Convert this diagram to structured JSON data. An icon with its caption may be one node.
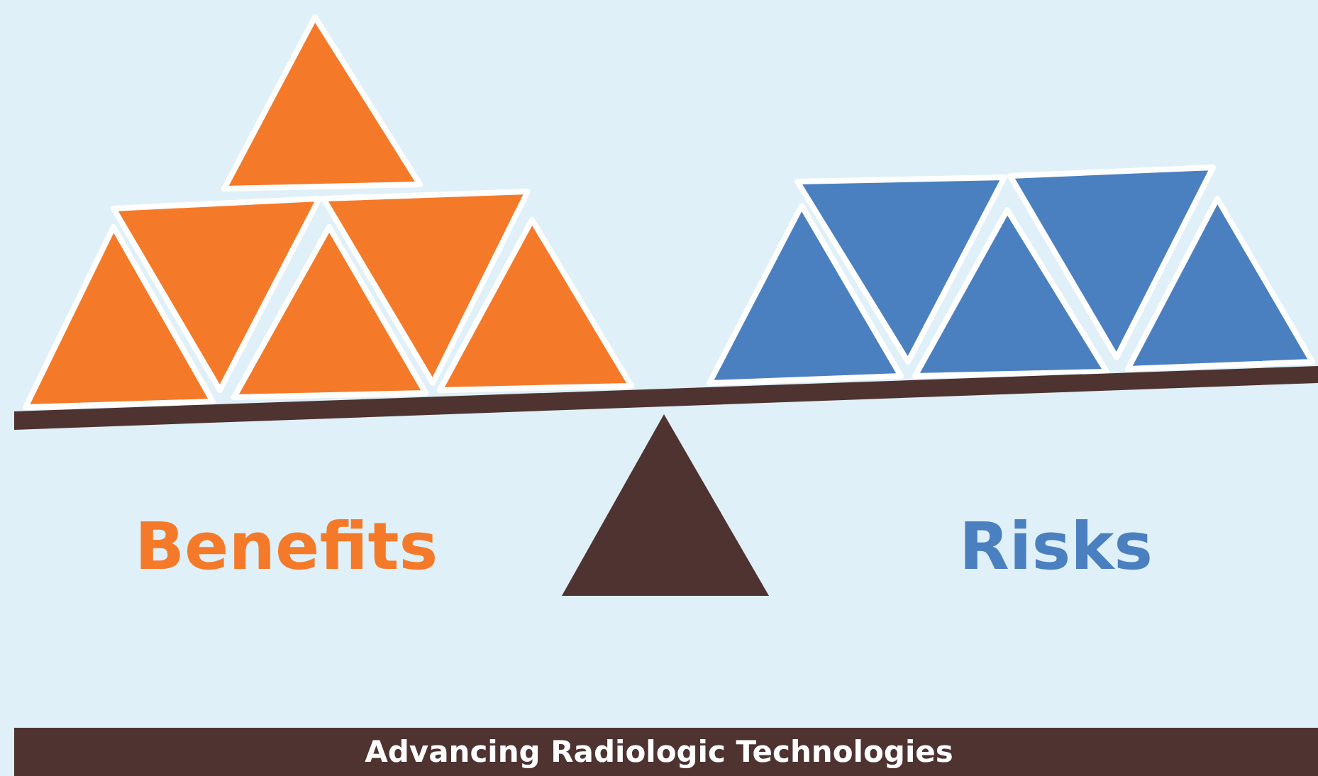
{
  "diagram": {
    "labels": [
      "Benefits",
      "Risks",
      "Advancing Radiologic Technologies"
    ]
  }
}
